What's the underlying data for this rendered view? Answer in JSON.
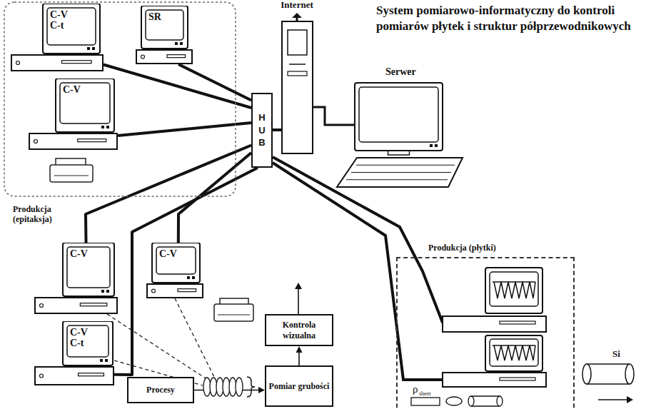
{
  "diagram": {
    "title": "System pomiarowo-informatyczny do kontroli pomiarów płytek i struktur półprzewodnikowych",
    "nodes": [
      {
        "text": [
          "H U B"
        ]
      },
      {
        "text": [
          "C-V C-t"
        ]
      },
      {
        "text": [
          "SR"
        ]
      },
      {
        "text": [
          "C-V"
        ]
      },
      {
        "text": [
          "Serwer"
        ]
      },
      {
        "text": [
          "Produkcja (płytki)"
        ]
      },
      {
        "text": [
          "C-V"
        ]
      },
      {
        "text": [
          "C-V"
        ]
      },
      {
        "text": [
          "C-V C-t"
        ]
      },
      {
        "text": [
          "Procesy"
        ]
      },
      {
        "text": [
          "Pomiar grubości"
        ]
      },
      {
        "text": [
          "Kontrola wizualna"
        ]
      }
    ],
    "edges": [
      {
        "from": 0,
        "to": 1,
        "arrow": "none"
      },
      {
        "from": 0,
        "to": 2,
        "arrow": "none"
      },
      {
        "from": 0,
        "to": 3,
        "arrow": "none"
      },
      {
        "from": 0,
        "to": 6,
        "arrow": "none"
      },
      {
        "from": 0,
        "to": 7,
        "arrow": "none"
      },
      {
        "from": 0,
        "to": 8,
        "arrow": "none"
      },
      {
        "from": 9,
        "to": 10,
        "arrow": "to"
      },
      {
        "from": 10,
        "to": 11,
        "arrow": "to"
      }
    ],
    "labels": [
      "Internet",
      "Produkcja (epitaksja)",
      "ρ",
      "sheet",
      "Si"
    ]
  }
}
